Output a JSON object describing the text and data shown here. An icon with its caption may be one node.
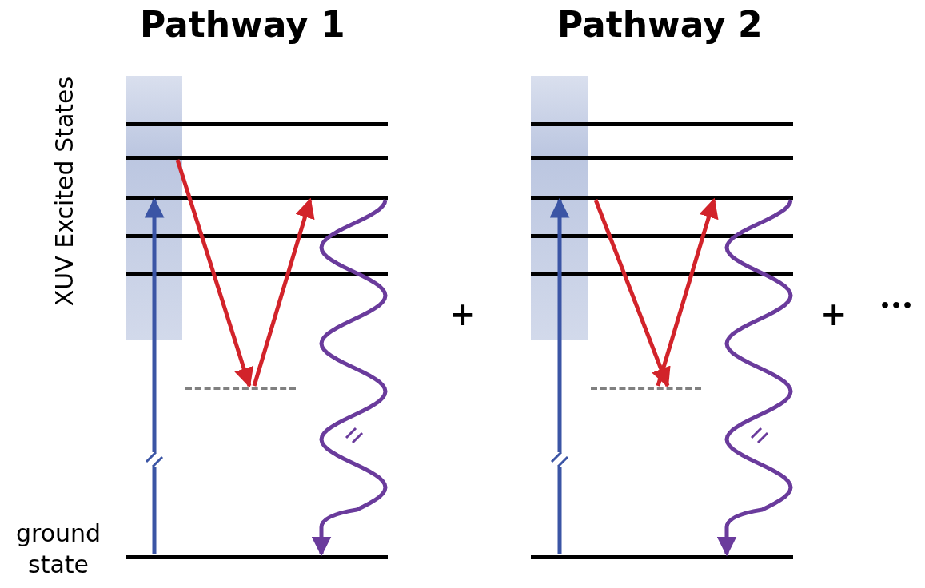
{
  "diagram": {
    "nodes": [
      {
        "text": [],
        "shape": "bar"
      },
      {
        "text": [],
        "shape": "bar"
      },
      {
        "text": [],
        "shape": "bar"
      },
      {
        "text": [],
        "shape": "bar"
      },
      {
        "text": [],
        "shape": "bar"
      },
      {
        "text": [],
        "shape": "bar"
      },
      {
        "text": [],
        "shape": "bar"
      },
      {
        "text": [],
        "shape": "bar"
      },
      {
        "text": [],
        "shape": "bar"
      },
      {
        "text": [],
        "shape": "bar"
      },
      {
        "text": [],
        "shape": "bar"
      },
      {
        "text": [],
        "shape": "bar"
      },
      {
        "text": [],
        "shape": "bar"
      },
      {
        "text": [],
        "shape": "bar"
      }
    ],
    "edges": [
      {
        "from": 6,
        "to": 2,
        "arrow": "to",
        "color": "#3b55a5"
      },
      {
        "from": 1,
        "to": 5,
        "arrow": "to",
        "color": "#d2232a"
      },
      {
        "from": 5,
        "to": 2,
        "arrow": "to",
        "color": "#d2232a"
      },
      {
        "from": 2,
        "to": 6,
        "arrow": "to",
        "color": "#6a3b9c"
      },
      {
        "from": 13,
        "to": 9,
        "arrow": "to",
        "color": "#3b55a5"
      },
      {
        "from": 9,
        "to": 12,
        "arrow": "to",
        "color": "#d2232a"
      },
      {
        "from": 12,
        "to": 9,
        "arrow": "to",
        "color": "#d2232a"
      },
      {
        "from": 9,
        "to": 13,
        "arrow": "to",
        "color": "#6a3b9c"
      }
    ],
    "labels": [
      "Pathway 1",
      "Pathway 2",
      "XUV Excited States",
      "+",
      "+",
      "•••",
      "ground state"
    ]
  }
}
